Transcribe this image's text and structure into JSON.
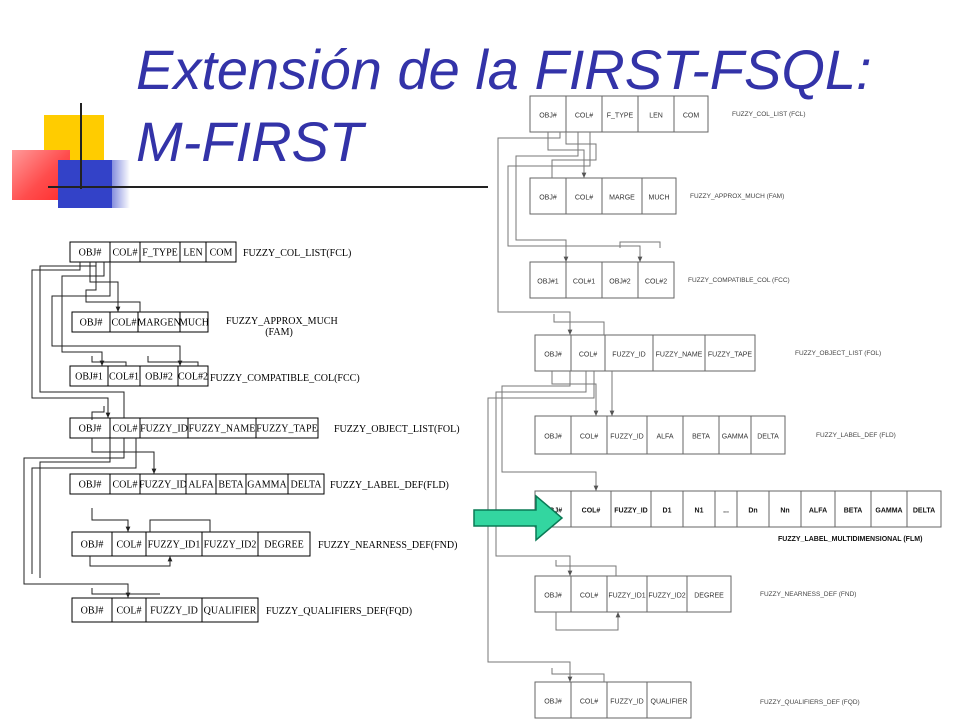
{
  "title": {
    "line1": "Extensión de la FIRST-FSQL:",
    "line2": "M-FIRST"
  },
  "colors": {
    "title": "#3333a8",
    "decor_yellow": "#ffcc00",
    "decor_red": "#ff4d4d",
    "decor_blue": "#3342c8",
    "arrow_fill": "#33d6a0",
    "arrow_stroke": "#0a7a55"
  },
  "left_diagram": {
    "tables": [
      {
        "name": "FUZZY_COL_LIST(FCL)",
        "columns": [
          "OBJ#",
          "COL#",
          "F_TYPE",
          "LEN",
          "COM"
        ]
      },
      {
        "name": "FUZZY_APPROX_MUCH\n(FAM)",
        "columns": [
          "OBJ#",
          "COL#",
          "MARGEN",
          "MUCH"
        ]
      },
      {
        "name": "FUZZY_COMPATIBLE_COL(FCC)",
        "columns": [
          "OBJ#1",
          "COL#1",
          "OBJ#2",
          "COL#2"
        ]
      },
      {
        "name": "FUZZY_OBJECT_LIST(FOL)",
        "columns": [
          "OBJ#",
          "COL#",
          "FUZZY_ID",
          "FUZZY_NAME",
          "FUZZY_TAPE"
        ]
      },
      {
        "name": "FUZZY_LABEL_DEF(FLD)",
        "columns": [
          "OBJ#",
          "COL#",
          "FUZZY_ID",
          "ALFA",
          "BETA",
          "GAMMA",
          "DELTA"
        ]
      },
      {
        "name": "FUZZY_NEARNESS_DEF(FND)",
        "columns": [
          "OBJ#",
          "COL#",
          "FUZZY_ID1",
          "FUZZY_ID2",
          "DEGREE"
        ]
      },
      {
        "name": "FUZZY_QUALIFIERS_DEF(FQD)",
        "columns": [
          "OBJ#",
          "COL#",
          "FUZZY_ID",
          "QUALIFIER"
        ]
      }
    ]
  },
  "right_diagram": {
    "tables": [
      {
        "name": "FUZZY_COL_LIST (FCL)",
        "columns": [
          "OBJ#",
          "COL#",
          "F_TYPE",
          "LEN",
          "COM"
        ]
      },
      {
        "name": "FUZZY_APPROX_MUCH (FAM)",
        "columns": [
          "OBJ#",
          "COL#",
          "MARGE",
          "MUCH"
        ]
      },
      {
        "name": "FUZZY_COMPATIBLE_COL (FCC)",
        "columns": [
          "OBJ#1",
          "COL#1",
          "OBJ#2",
          "COL#2"
        ]
      },
      {
        "name": "FUZZY_OBJECT_LIST (FOL)",
        "columns": [
          "OBJ#",
          "COL#",
          "FUZZY_ID",
          "FUZZY_NAME",
          "FUZZY_TAPE"
        ]
      },
      {
        "name": "FUZZY_LABEL_DEF (FLD)",
        "columns": [
          "OBJ#",
          "COL#",
          "FUZZY_ID",
          "ALFA",
          "BETA",
          "GAMMA",
          "DELTA"
        ]
      },
      {
        "name": "FUZZY_LABEL_MULTIDIMENSIONAL (FLM)",
        "columns": [
          "OBJ#",
          "COL#",
          "FUZZY_ID",
          "D1",
          "N1",
          "...",
          "Dn",
          "Nn",
          "ALFA",
          "BETA",
          "GAMMA",
          "DELTA"
        ],
        "highlighted": true
      },
      {
        "name": "FUZZY_NEARNESS_DEF (FND)",
        "columns": [
          "OBJ#",
          "COL#",
          "FUZZY_ID1",
          "FUZZY_ID2",
          "DEGREE"
        ]
      },
      {
        "name": "FUZZY_QUALIFIERS_DEF (FQD)",
        "columns": [
          "OBJ#",
          "COL#",
          "FUZZY_ID",
          "QUALIFIER"
        ]
      }
    ]
  },
  "highlight_arrow_icon": "block-arrow-right-icon"
}
